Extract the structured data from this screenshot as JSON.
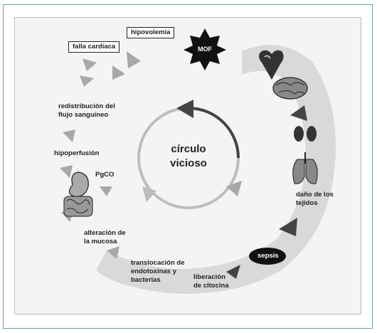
{
  "center": {
    "line1": "círculo",
    "line2": "vicioso"
  },
  "labels": {
    "hipovolemia": "hipovolemia",
    "falla_cardiaca": "falla cardíaca",
    "mof": "MOF",
    "redistribucion_1": "redistribución del",
    "redistribucion_2": "flujo sanguíneo",
    "hipoperfusion": "hipoperfusión",
    "pgco": "PgCO",
    "alteracion_1": "alteración de",
    "alteracion_2": "la mucosa",
    "translocacion_1": "translocación de",
    "translocacion_2": "endotoxinas y",
    "translocacion_3": "bacterias",
    "liberacion_1": "liberación",
    "liberacion_2": "de citocina",
    "sepsis": "sepsis",
    "dano_1": "daño de los",
    "dano_2": "tejidos"
  },
  "icons": [
    "heart-icon",
    "brain-icon",
    "kidneys-icon",
    "lungs-icon",
    "stomach-icon",
    "intestine-icon"
  ],
  "colors": {
    "band": "#d9d9d9",
    "arrow": "#a8a8a8",
    "arrow_dark": "#444444",
    "frame": "#6f9fa0"
  }
}
